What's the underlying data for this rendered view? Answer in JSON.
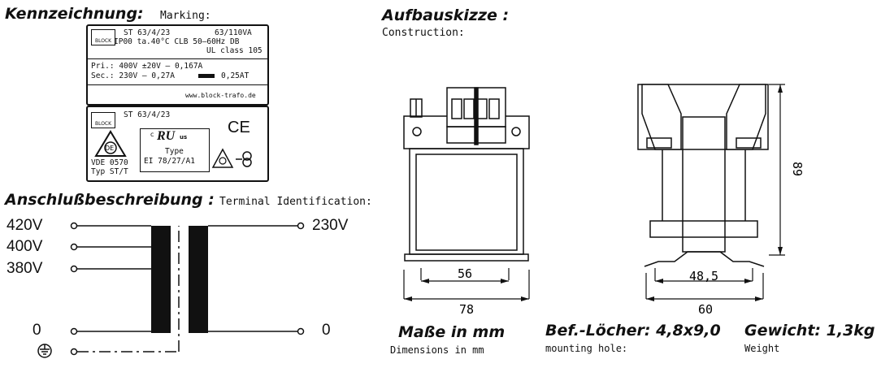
{
  "marking": {
    "title_de": "Kennzeichnung:",
    "title_en": "Marking:",
    "label1": {
      "logo": "BLOCK",
      "model": "ST 63/4/23",
      "rating": "63/110VA",
      "line2": "IP00 ta.40°C CLB 50–60Hz DB",
      "line3": "UL class 105",
      "pri": "Pri.:  400V ±20V  –  0,167A",
      "sec": "Sec.: 230V  –  0,27A",
      "fuse": "0,25AT",
      "url": "www.block-trafo.de"
    },
    "label2": {
      "logo": "BLOCK",
      "model": "ST 63/4/23",
      "ce": "CE",
      "vde": "VDE 0570",
      "typ": "Typ ST/T",
      "ul_type": "Type",
      "ul_type_val": "EI 78/27/A1",
      "ul_c": "c",
      "ul_us": "us",
      "de_mark": "DE"
    }
  },
  "terminal": {
    "title_de": "Anschlußbeschreibung :",
    "title_en": "Terminal Identification:",
    "left": [
      "420V",
      "400V",
      "380V",
      "0"
    ],
    "right": [
      "230V",
      "0"
    ]
  },
  "construction": {
    "title_de": "Aufbauskizze :",
    "title_en": "Construction:",
    "dims_front": {
      "inner": "56",
      "outer": "78"
    },
    "dims_side": {
      "inner": "48,5",
      "outer": "60",
      "height": "89"
    }
  },
  "footer": {
    "masse_de": "Maße in mm",
    "masse_en": "Dimensions in mm",
    "bef_de": "Bef.-Löcher: 4,8x9,0",
    "bef_en": "mounting hole:",
    "gew_de": "Gewicht: 1,3kg",
    "gew_en": "Weight"
  }
}
